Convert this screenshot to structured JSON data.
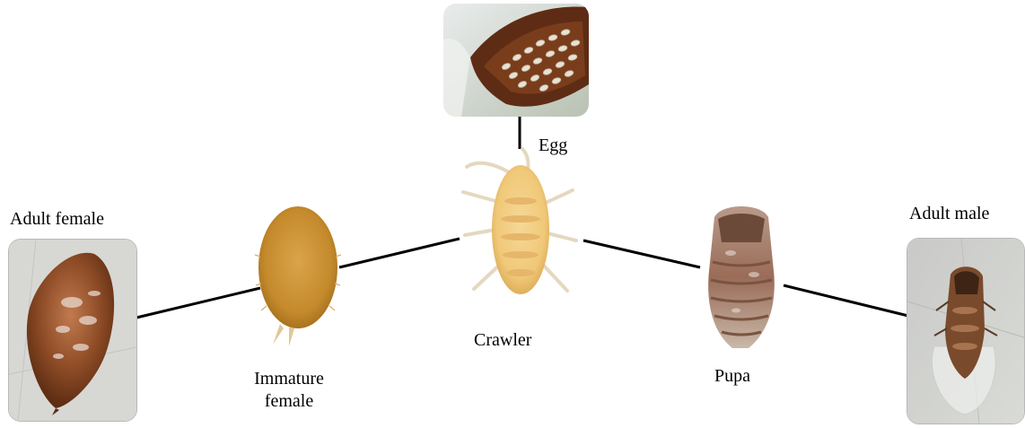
{
  "figure": {
    "labels": {
      "egg": "Egg",
      "adult_female": "Adult female",
      "adult_male": "Adult male",
      "immature_female": [
        "Immature",
        "female"
      ],
      "crawler": "Crawler",
      "pupa": "Pupa"
    },
    "colors": {
      "connector": "#000000",
      "egg_mass": "#7a3d1c",
      "egg": "#e8e2d2",
      "background_photo": "#d9dbd6",
      "adult_female": "#8b4a25",
      "immature_female": "#c48a2c",
      "crawler": "#f0c878",
      "pupa": "#9a6c58",
      "adult_male": "#7a4a2c"
    }
  }
}
